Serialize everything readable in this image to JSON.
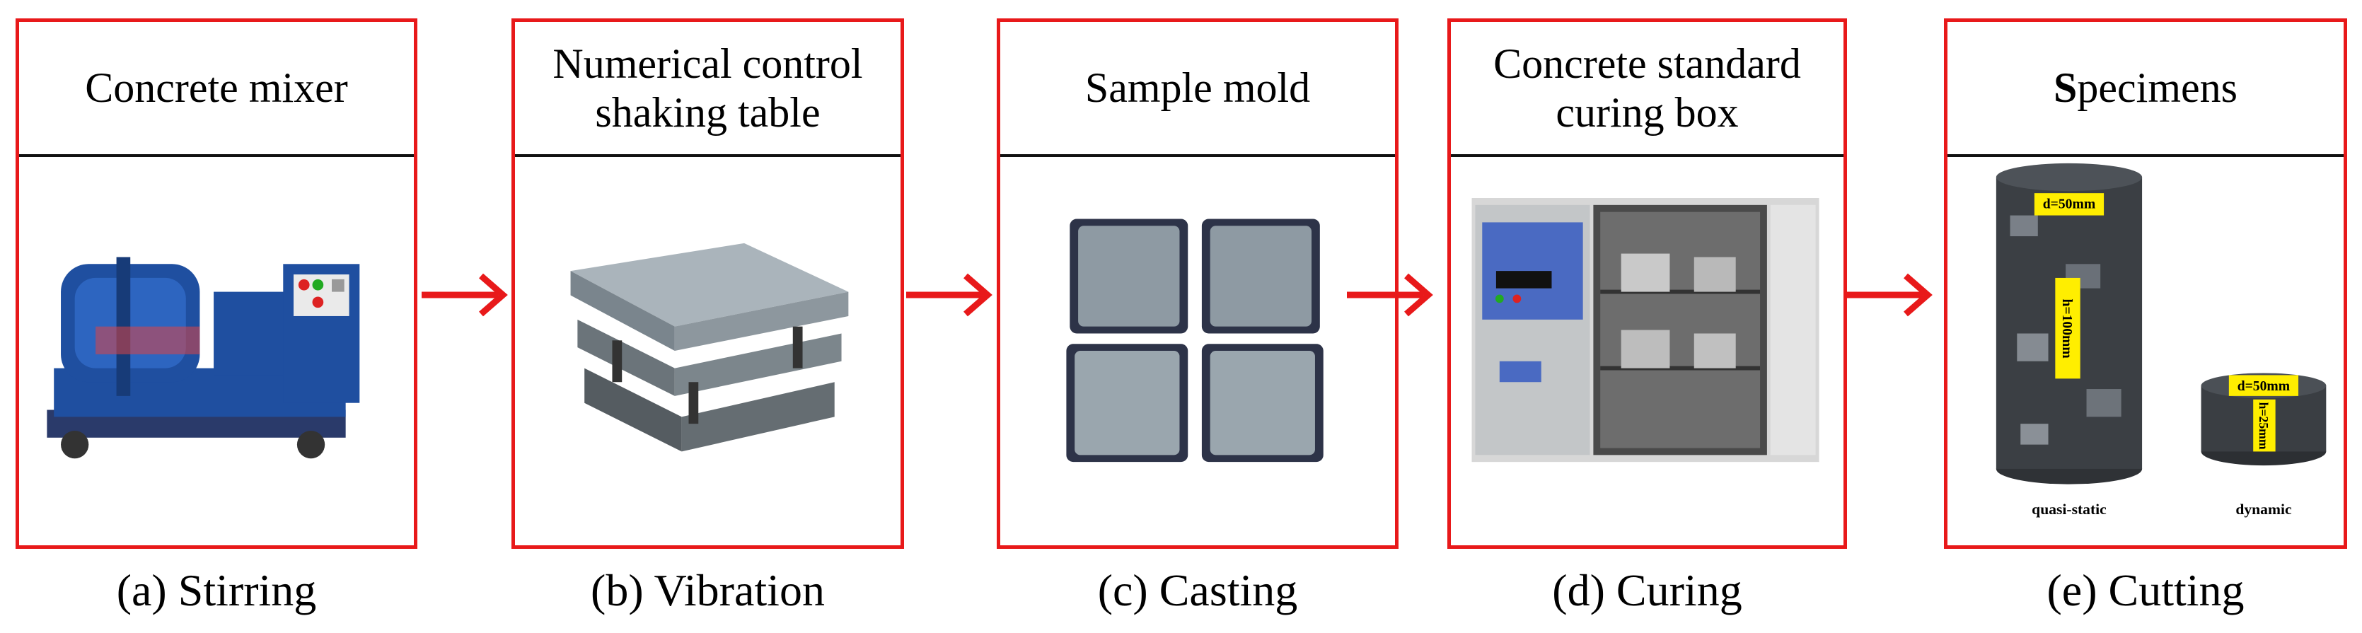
{
  "panels": [
    {
      "title": "Concrete mixer",
      "caption": "(a) Stirring"
    },
    {
      "title_line1": "Numerical control",
      "title_line2": "shaking table",
      "caption": "(b) Vibration"
    },
    {
      "title": "Sample mold",
      "caption": "(c) Casting"
    },
    {
      "title_line1": "Concrete standard",
      "title_line2": "curing box",
      "caption": "(d) Curing"
    },
    {
      "title_first": "S",
      "title_rest": "pecimens",
      "caption": "(e) Cutting"
    }
  ],
  "specimens": {
    "large_diameter": "d=50mm",
    "large_height": "h=100mm",
    "large_label": "quasi-static",
    "small_diameter": "d=50mm",
    "small_height": "h=25mm",
    "small_label": "dynamic"
  },
  "colors": {
    "border": "#e8191a",
    "arrow": "#e8191a",
    "mixer": "#1f4fa0",
    "tag": "#ffee00"
  }
}
